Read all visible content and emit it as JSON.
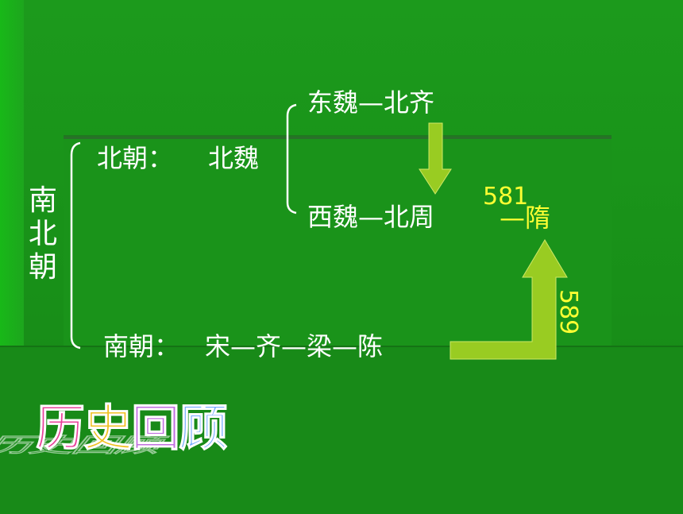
{
  "diagram": {
    "vertical_title": [
      "南",
      "北",
      "朝"
    ],
    "north": {
      "label": "北朝：",
      "value": "北魏"
    },
    "east_line": "东魏—北齐",
    "west_line": "西魏—北周",
    "year_581": "581",
    "sui": "—隋",
    "year_589": "589",
    "south": {
      "label": "南朝：",
      "value": "宋—齐—梁—陈"
    }
  },
  "wordart": [
    "历",
    "史",
    "回",
    "顾"
  ],
  "colors": {
    "background": "#1c9a1c",
    "text": "#ffffff",
    "year_text": "#ffff33",
    "arrow": "#99cc33"
  }
}
